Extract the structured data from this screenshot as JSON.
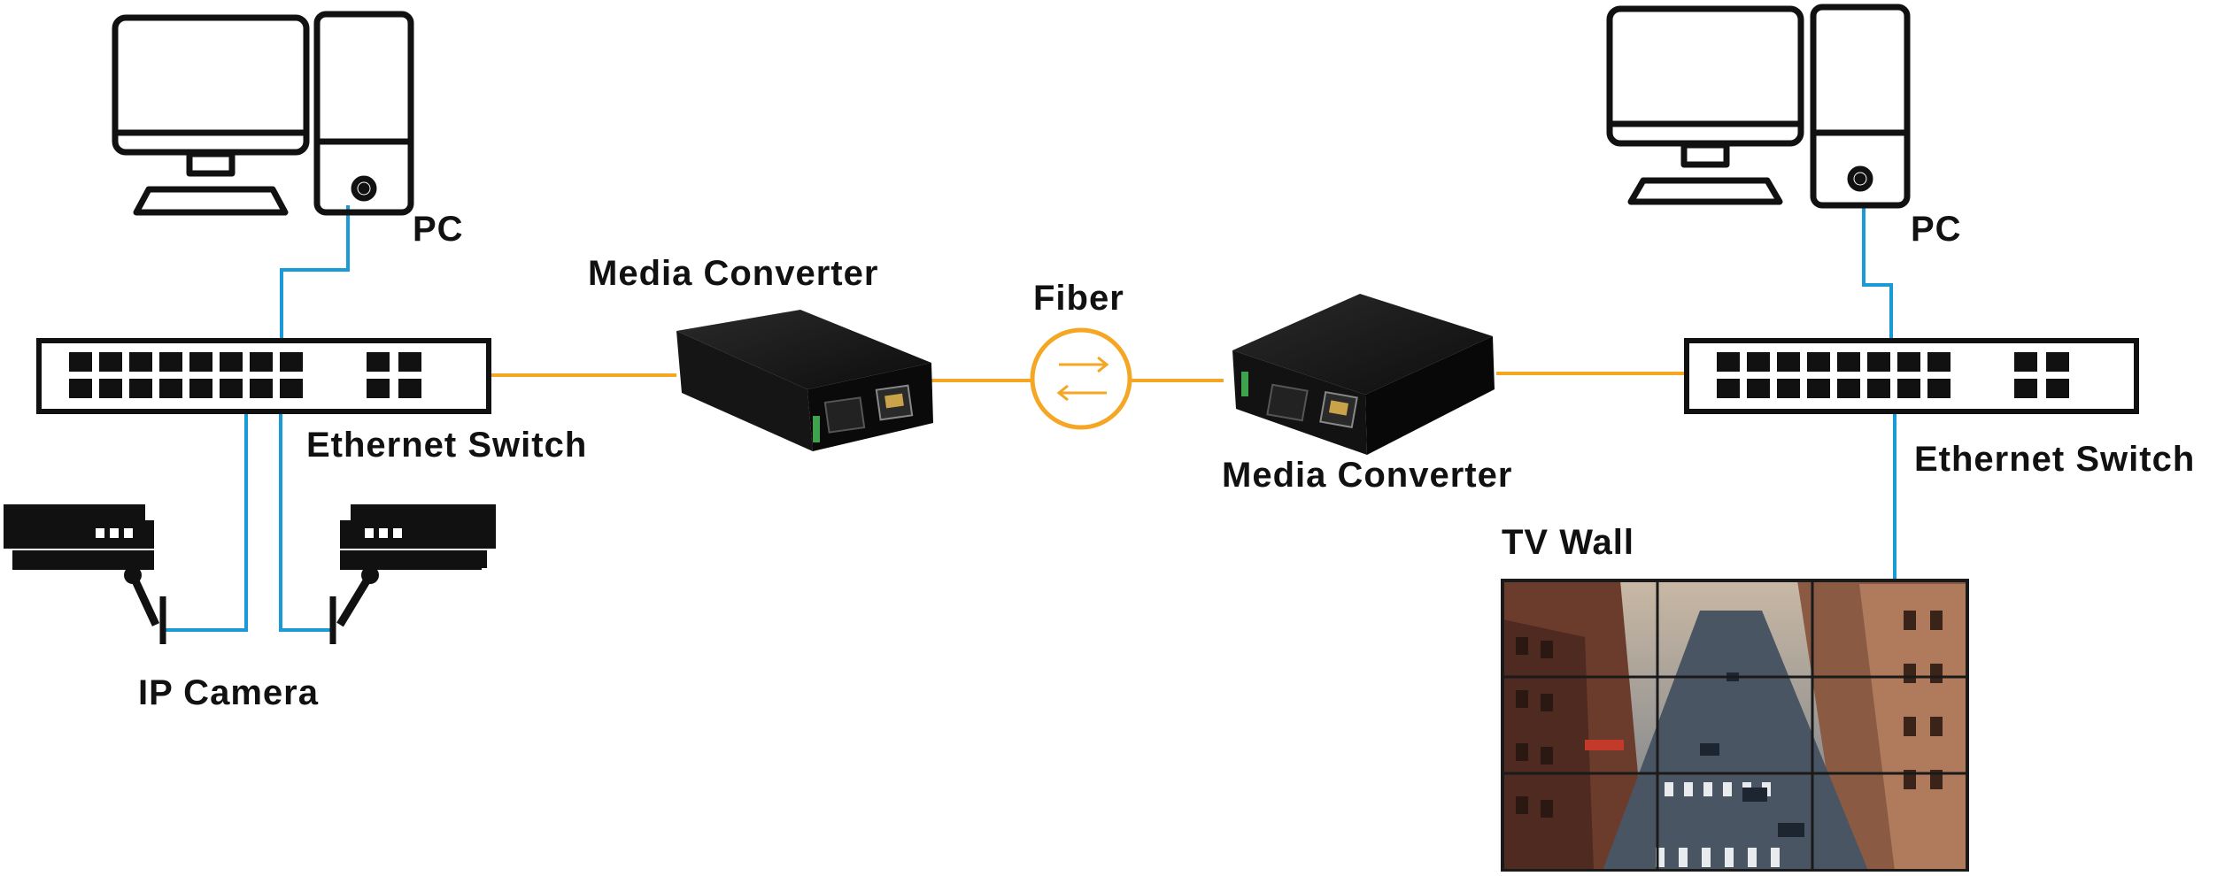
{
  "labels": {
    "pc_left": "PC",
    "pc_right": "PC",
    "switch_left": "Ethernet Switch",
    "switch_right": "Ethernet Switch",
    "converter_left": "Media Converter",
    "converter_right": "Media Converter",
    "fiber": "Fiber",
    "ip_camera": "IP Camera",
    "tv_wall": "TV Wall"
  },
  "colors": {
    "ethernet_cable": "#1a9bd7",
    "fiber_cable": "#f5a623",
    "device_outline": "#111111",
    "converter_body": "#1b1b1b"
  },
  "icons": [
    "monitor-icon",
    "tower-icon",
    "switch-icon",
    "camera-icon",
    "media-converter-icon",
    "fiber-exchange-icon"
  ]
}
